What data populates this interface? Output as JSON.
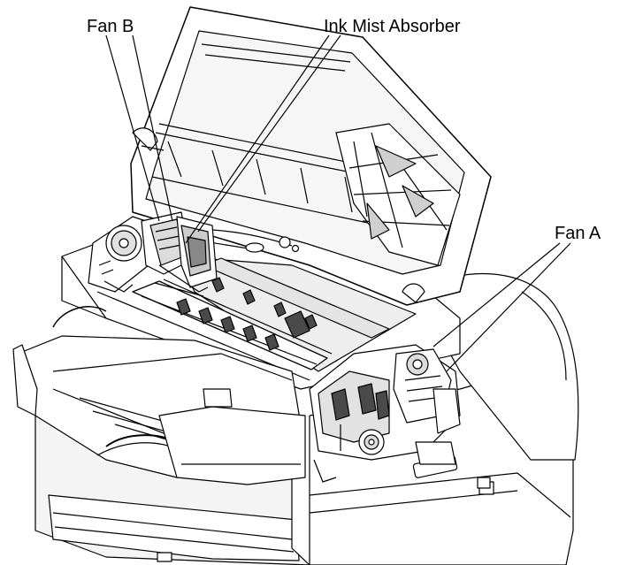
{
  "diagram": {
    "labels": {
      "fan_b": "Fan B",
      "ink_mist_absorber": "Ink Mist Absorber",
      "fan_a": "Fan A"
    },
    "colors": {
      "line": "#000000",
      "fill": "#ffffff",
      "shade": "#d9d9d9",
      "dark": "#4a4a4a"
    }
  }
}
